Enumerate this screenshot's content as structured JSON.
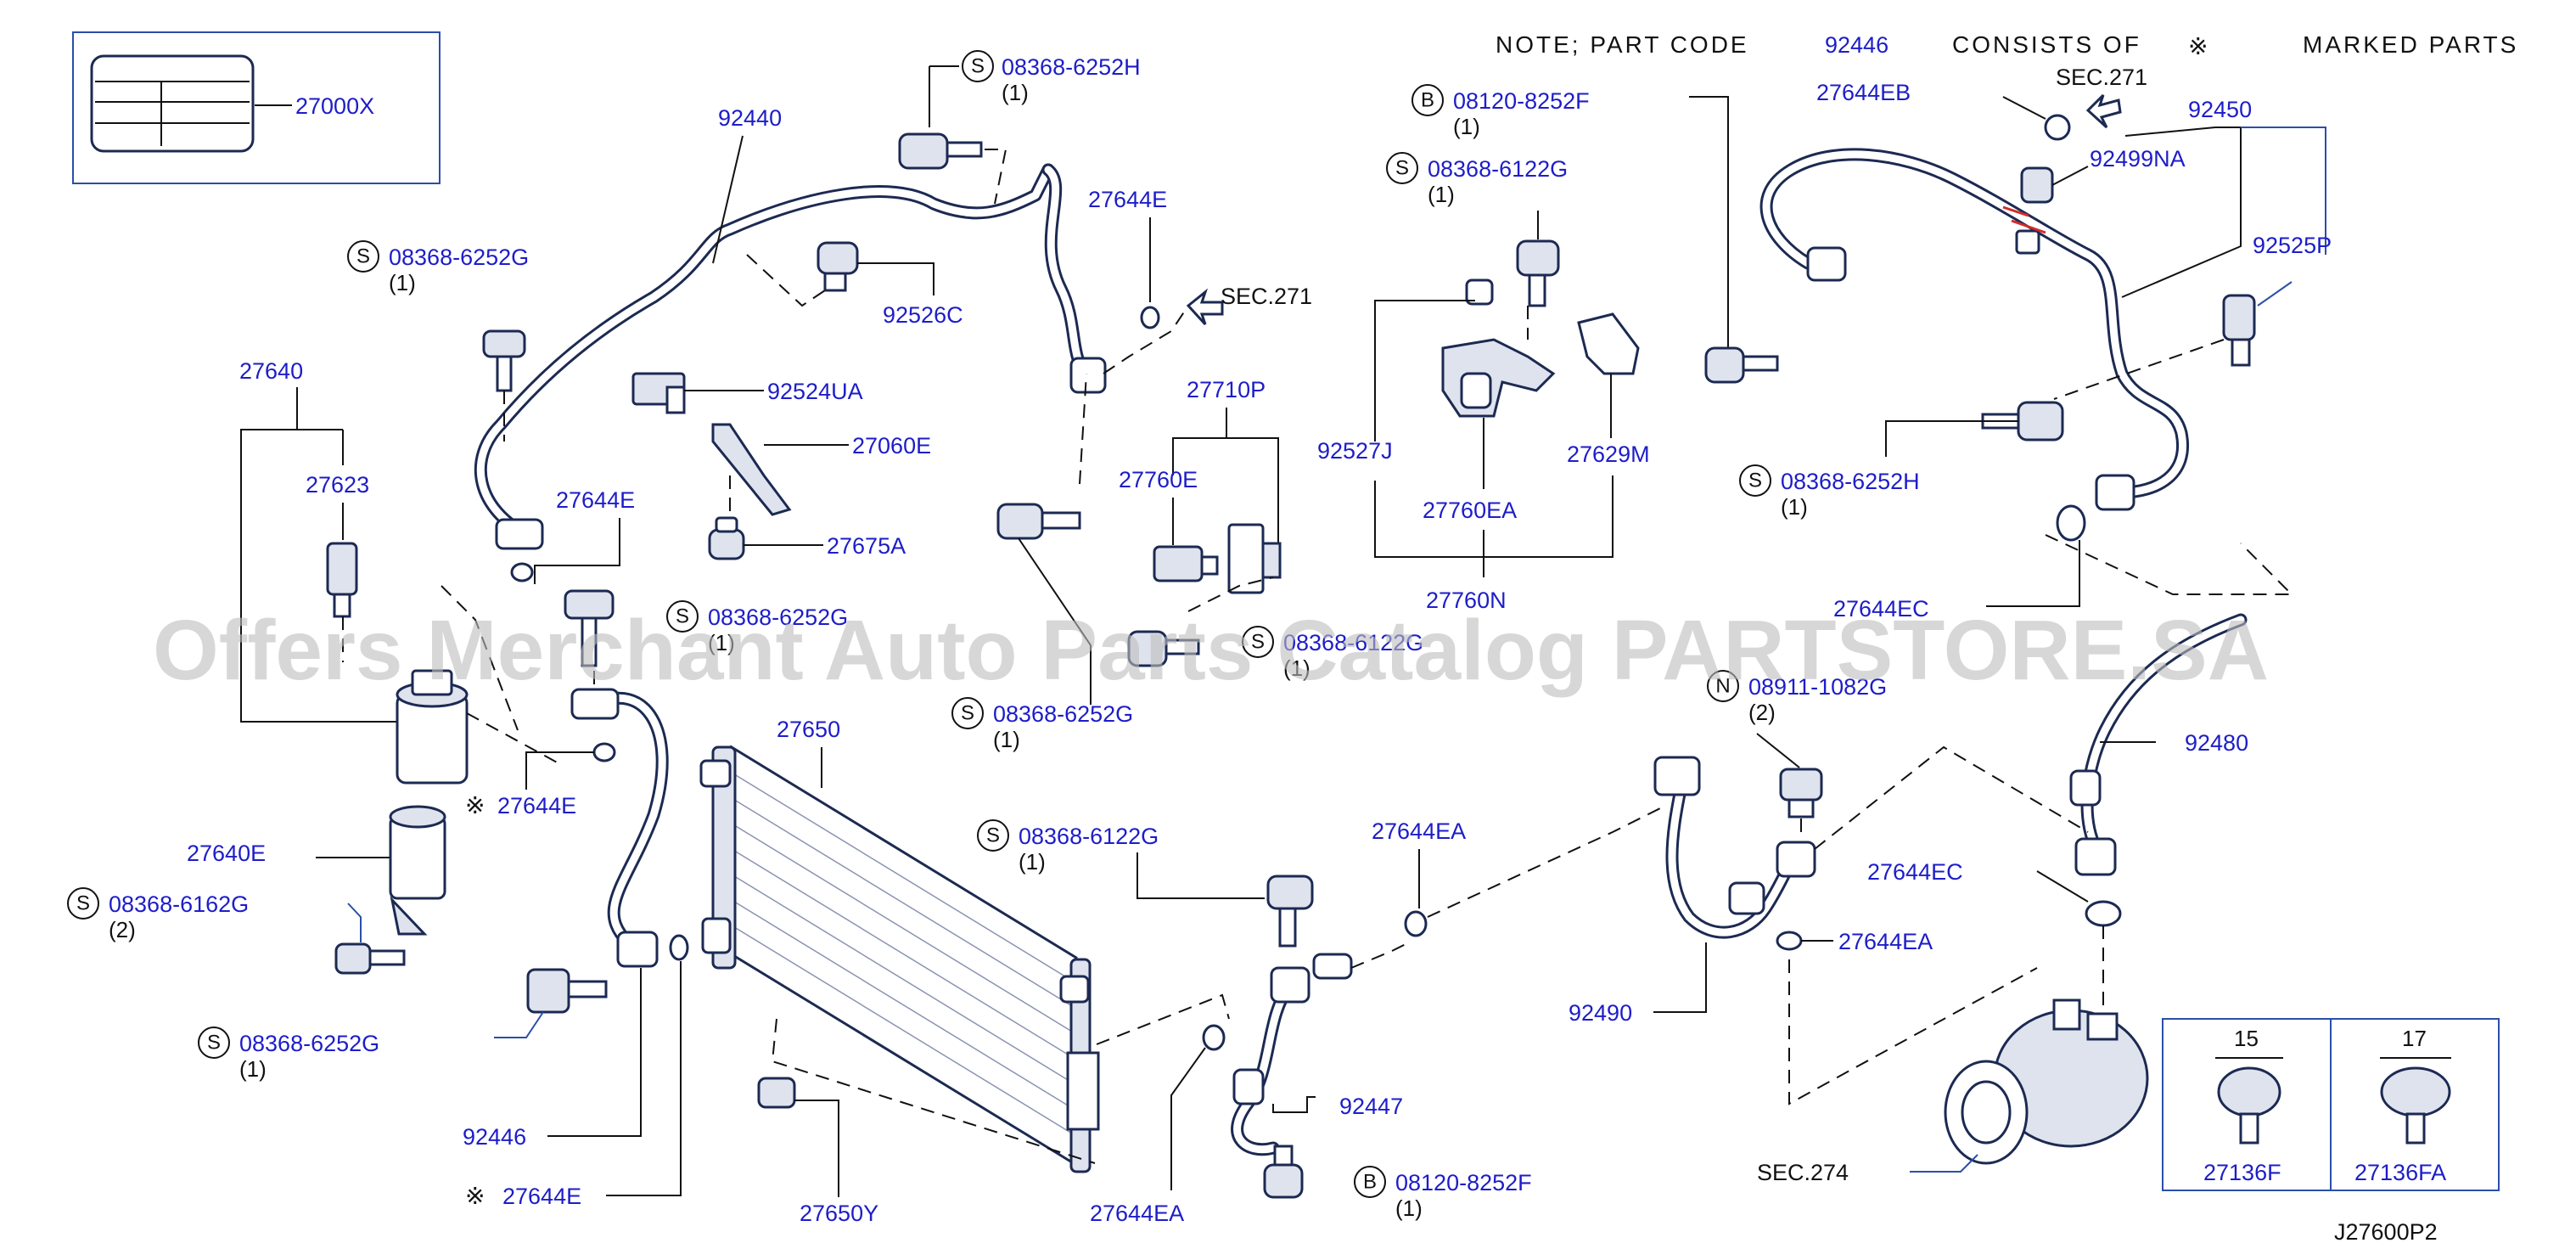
{
  "diagram": {
    "note": "NOTE;   PART  CODE",
    "note_code": "92446",
    "note_tail": "CONSISTS  OF",
    "note_end": "MARKED  PARTS",
    "mark_symbol": "※",
    "diagram_code": "J27600P2",
    "watermark": "Offers Merchant Auto Parts Catalog PARTSTORE.SA",
    "colors": {
      "part_number": "#1d1dc9",
      "line_art": "#1c2a52"
    }
  },
  "labels": {
    "l27000X": "27000X",
    "l92440": "92440",
    "s1_code": "08368-6252H",
    "s1_qty": "(1)",
    "s2_code": "08368-6252G",
    "s2_qty": "(1)",
    "l27640": "27640",
    "l27623": "27623",
    "l92526C": "92526C",
    "l92524UA": "92524UA",
    "l27060E": "27060E",
    "l27644E_a": "27644E",
    "l27644E_b": "27644E",
    "l27675A": "27675A",
    "s3_code": "08368-6252G",
    "s3_qty": "(1)",
    "l27644E_mark1": "27644E",
    "l27640E": "27640E",
    "s4_code": "08368-6162G",
    "s4_qty": "(2)",
    "s5_code": "08368-6252G",
    "s5_qty": "(1)",
    "l92446": "92446",
    "l27644E_mark2": "27644E",
    "l27650": "27650",
    "l27650Y": "27650Y",
    "sec271_a": "SEC.271",
    "l27710P": "27710P",
    "l27760E": "27760E",
    "s6_code": "08368-6122G",
    "s6_qty": "(1)",
    "s7_code": "08368-6252G",
    "s7_qty": "(1)",
    "s8_code": "08368-6122G",
    "s8_qty": "(1)",
    "l27644EA_a": "27644EA",
    "l92447": "92447",
    "l27644EA_b": "27644EA",
    "b1_code": "08120-8252F",
    "b1_qty": "(1)",
    "b2_code": "08120-8252F",
    "b2_qty": "(1)",
    "s9_code": "08368-6122G",
    "s9_qty": "(1)",
    "l92527J": "92527J",
    "l27760EA": "27760EA",
    "l27629M": "27629M",
    "l27760N": "27760N",
    "l27644EB": "27644EB",
    "sec271_b": "SEC.271",
    "l92450": "92450",
    "l92499NA": "92499NA",
    "l92525P": "92525P",
    "s10_code": "08368-6252H",
    "s10_qty": "(1)",
    "l27644EC_a": "27644EC",
    "n1_code": "08911-1082G",
    "n1_qty": "(2)",
    "l92480": "92480",
    "l27644EC_b": "27644EC",
    "l27644EA_c": "27644EA",
    "l92490": "92490",
    "sec274": "SEC.274",
    "dim15": "15",
    "dim17": "17",
    "l27136F": "27136F",
    "l27136FA": "27136FA",
    "pref_s": "S",
    "pref_b": "B",
    "pref_n": "N"
  }
}
